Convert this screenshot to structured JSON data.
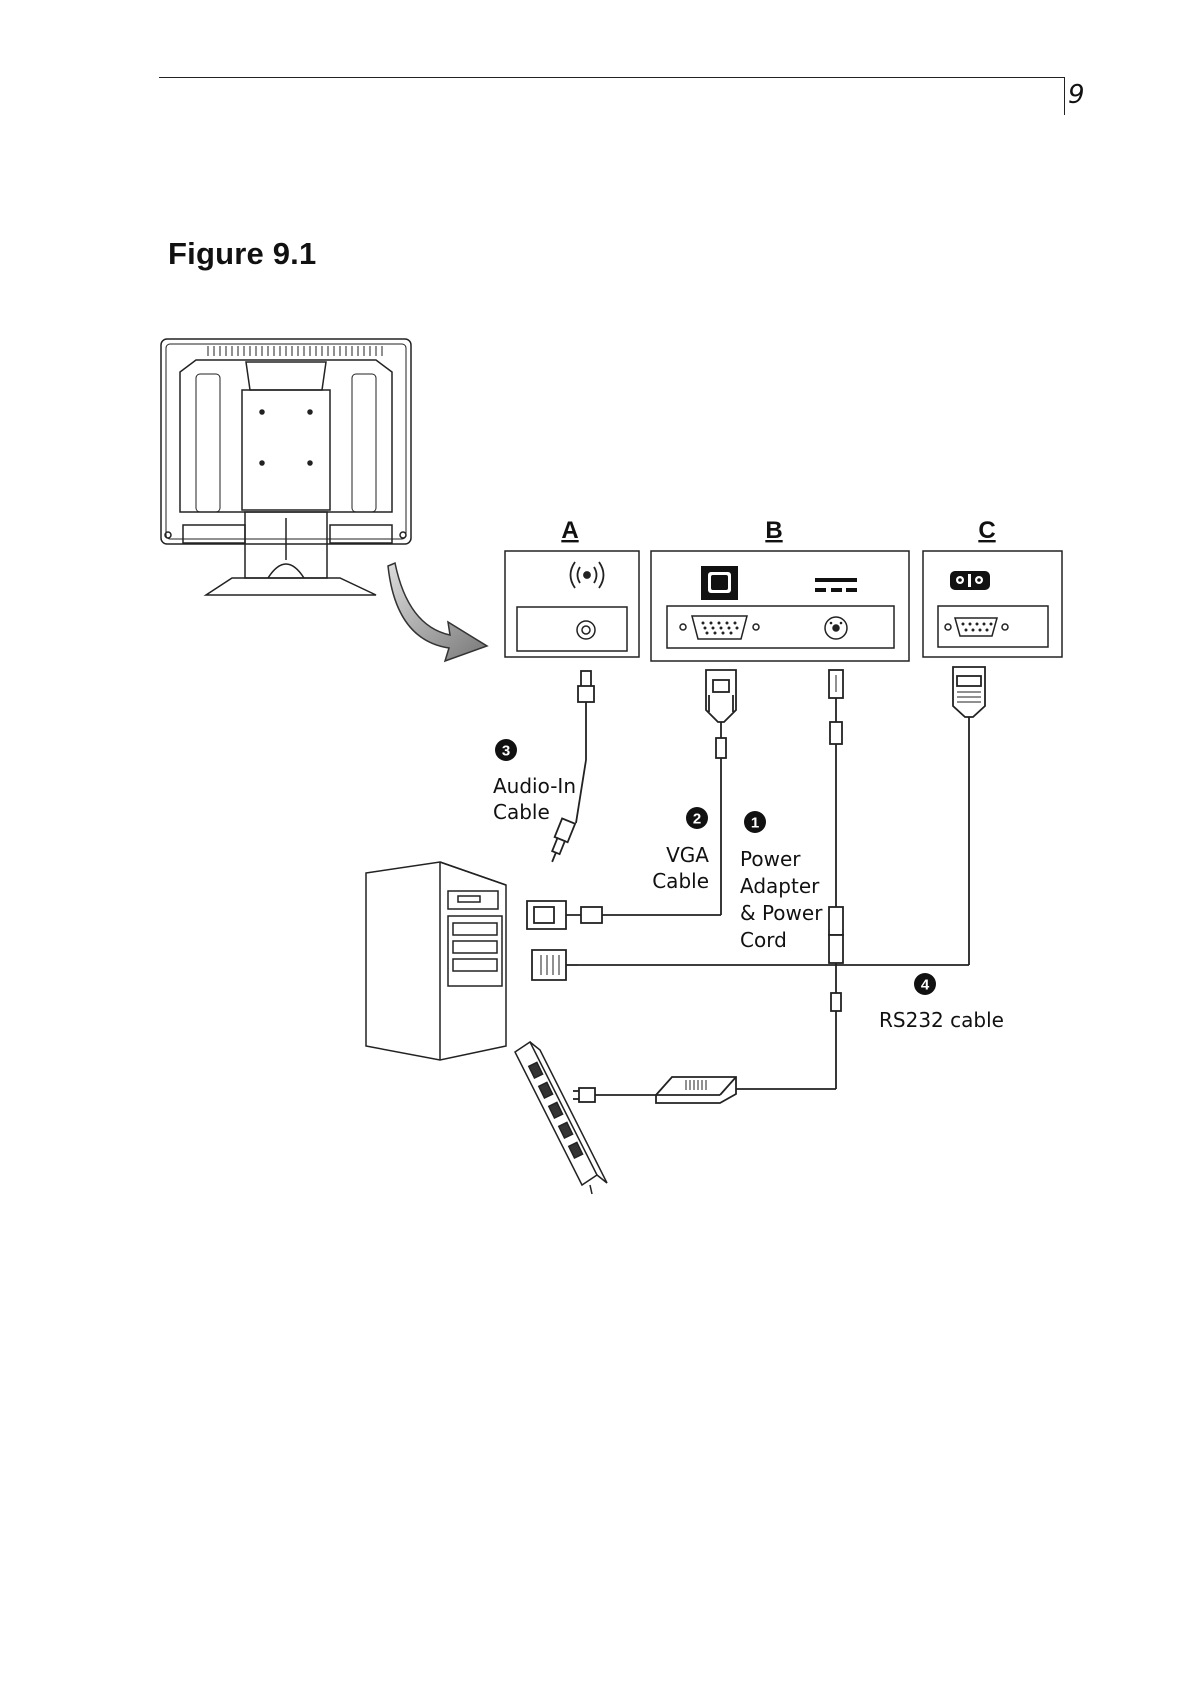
{
  "header": {
    "page_number": "9"
  },
  "figure": {
    "title": "Figure 9.1"
  },
  "panels": {
    "a": "A",
    "b": "B",
    "c": "C"
  },
  "callouts": {
    "power": {
      "number": "1",
      "lines": [
        "Power",
        "Adapter",
        "& Power",
        "Cord"
      ]
    },
    "vga": {
      "number": "2",
      "lines": [
        "VGA",
        "Cable"
      ]
    },
    "audio": {
      "number": "3",
      "lines": [
        "Audio-In",
        "Cable"
      ]
    },
    "rs232": {
      "number": "4",
      "label": "RS232 cable"
    }
  },
  "icons": {
    "audio_port": "audio-waves-icon",
    "video_port": "monitor-input-icon",
    "dc_power_port": "dc-power-icon",
    "serial_port": "serial-port-icon"
  }
}
